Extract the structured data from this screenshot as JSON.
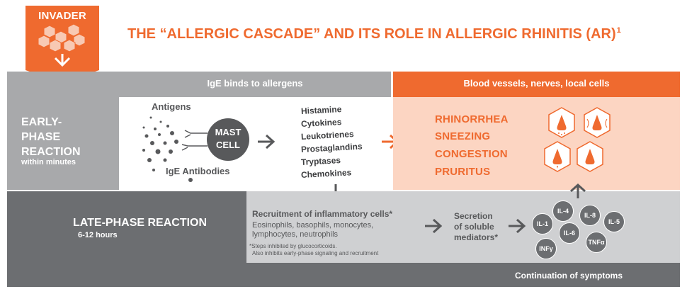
{
  "invader": {
    "label": "INVADER"
  },
  "title": {
    "text": "THE “ALLERGIC CASCADE” AND ITS ROLE IN ALLERGIC RHINITIS (AR)",
    "superscript": "1"
  },
  "early_phase": {
    "label_lines": [
      "EARLY-",
      "PHASE",
      "REACTION"
    ],
    "sub": "within minutes",
    "header": "IgE binds to allergens",
    "antigens_label": "Antigens",
    "mast_cell_lines": [
      "MAST",
      "CELL"
    ],
    "ige_label": "IgE Antibodies",
    "mediators": [
      "Histamine",
      "Cytokines",
      "Leukotrienes",
      "Prostaglandins",
      "Tryptases",
      "Chemokines"
    ]
  },
  "symptoms": {
    "header": "Blood vessels, nerves, local cells",
    "items": [
      "RHINORRHEA",
      "SNEEZING",
      "CONGESTION",
      "PRURITUS"
    ]
  },
  "late_phase": {
    "label": "LATE-PHASE REACTION",
    "sub": "6-12 hours",
    "recruitment_title": "Recruitment of inflammatory cells*",
    "recruitment_lines": [
      "Eosinophils, basophils, monocytes,",
      "lymphocytes, neutrophils"
    ],
    "notes": [
      "*Steps inhibited by glucocorticoids.",
      "Also inhibits early-phase signaling and recruitment"
    ],
    "secretion_lines": [
      "Secretion",
      "of soluble",
      "mediators*"
    ],
    "interleukins": [
      "IL-4",
      "IL-8",
      "IL-1",
      "IL-6",
      "IL-5",
      "INFγ",
      "TNFα"
    ],
    "continuation": "Continuation of symptoms"
  },
  "colors": {
    "orange": "#ef6a2f",
    "light_orange": "#fcd5c2",
    "gray": "#a8a9ab",
    "dark_gray": "#6c6e71",
    "light_gray": "#cfd0d2"
  }
}
